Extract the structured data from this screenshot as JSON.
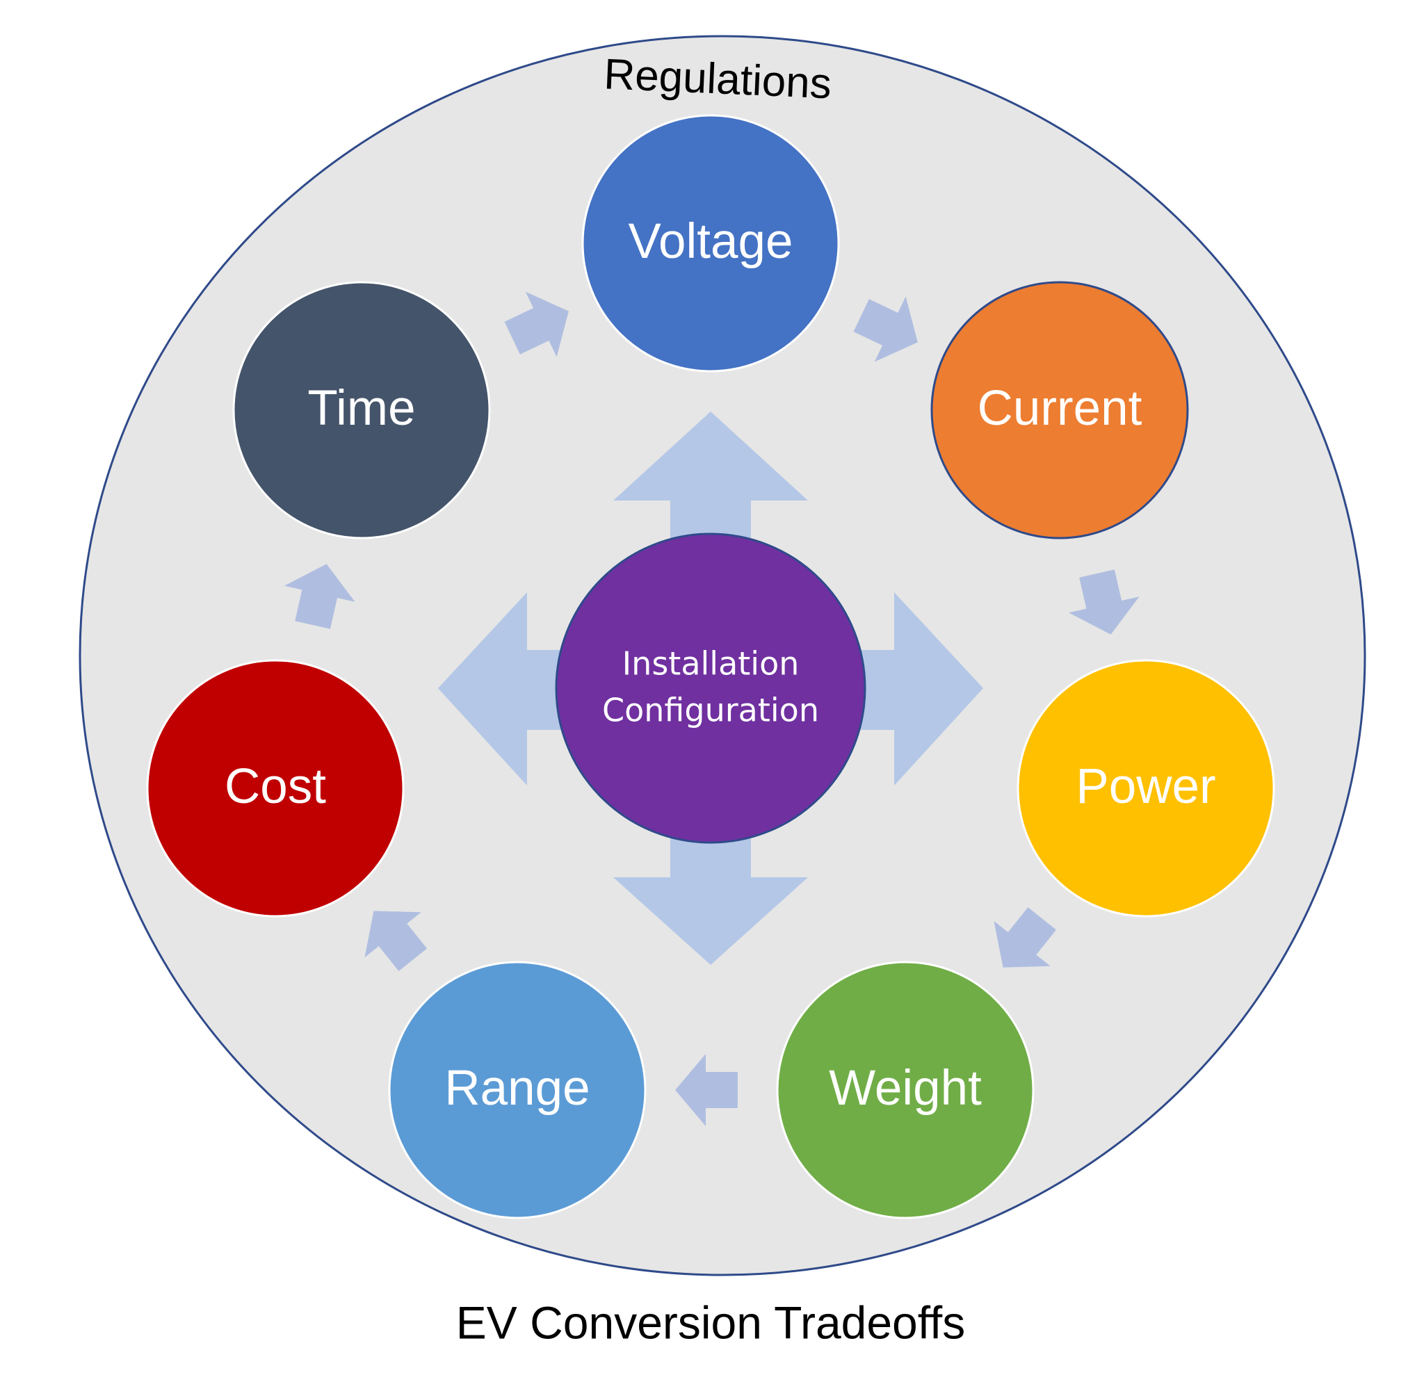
{
  "diagram": {
    "outer_label": "Regulations",
    "caption": "EV Conversion Tradeoffs",
    "center": {
      "line1": "Installation",
      "line2": "Configuration",
      "color": "#7030A0"
    },
    "nodes": [
      {
        "id": "voltage",
        "label": "Voltage",
        "color": "#4472C4"
      },
      {
        "id": "current",
        "label": "Current",
        "color": "#ED7D31"
      },
      {
        "id": "power",
        "label": "Power",
        "color": "#FFC000"
      },
      {
        "id": "weight",
        "label": "Weight",
        "color": "#70AD47"
      },
      {
        "id": "range",
        "label": "Range",
        "color": "#5B9BD5"
      },
      {
        "id": "cost",
        "label": "Cost",
        "color": "#C00000"
      },
      {
        "id": "time",
        "label": "Time",
        "color": "#44546A"
      }
    ],
    "cycle_order": [
      "voltage",
      "current",
      "power",
      "weight",
      "range",
      "cost",
      "time"
    ],
    "colors": {
      "outer_fill": "#E6E6E6",
      "outer_stroke": "#2F4A8A",
      "arrow_fill": "#AFBEE0",
      "center_arrow_fill": "#B4C7E7"
    }
  }
}
